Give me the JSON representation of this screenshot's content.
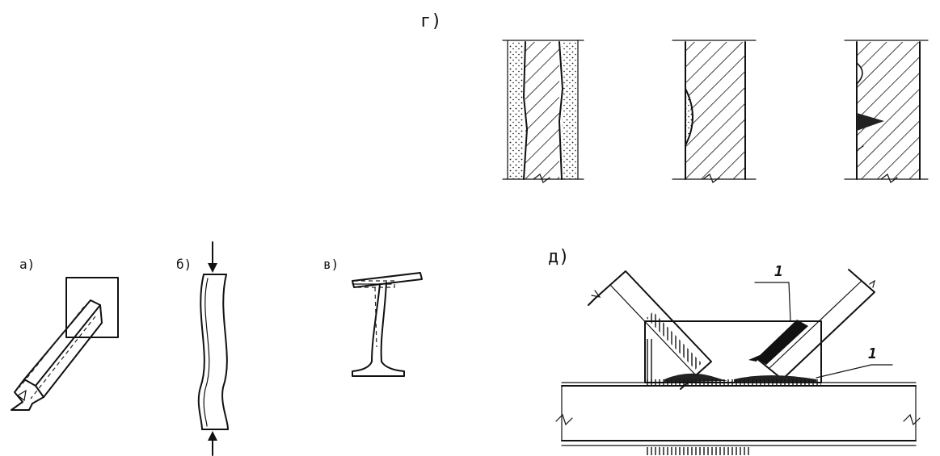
{
  "labels": {
    "a": "а)",
    "b": "б)",
    "v": "в)",
    "g": "г)",
    "d": "д)"
  },
  "callouts": {
    "gusset_weld": "1",
    "flange_weld": "1"
  },
  "colors": {
    "ink": "#111111",
    "paper": "#ffffff"
  }
}
